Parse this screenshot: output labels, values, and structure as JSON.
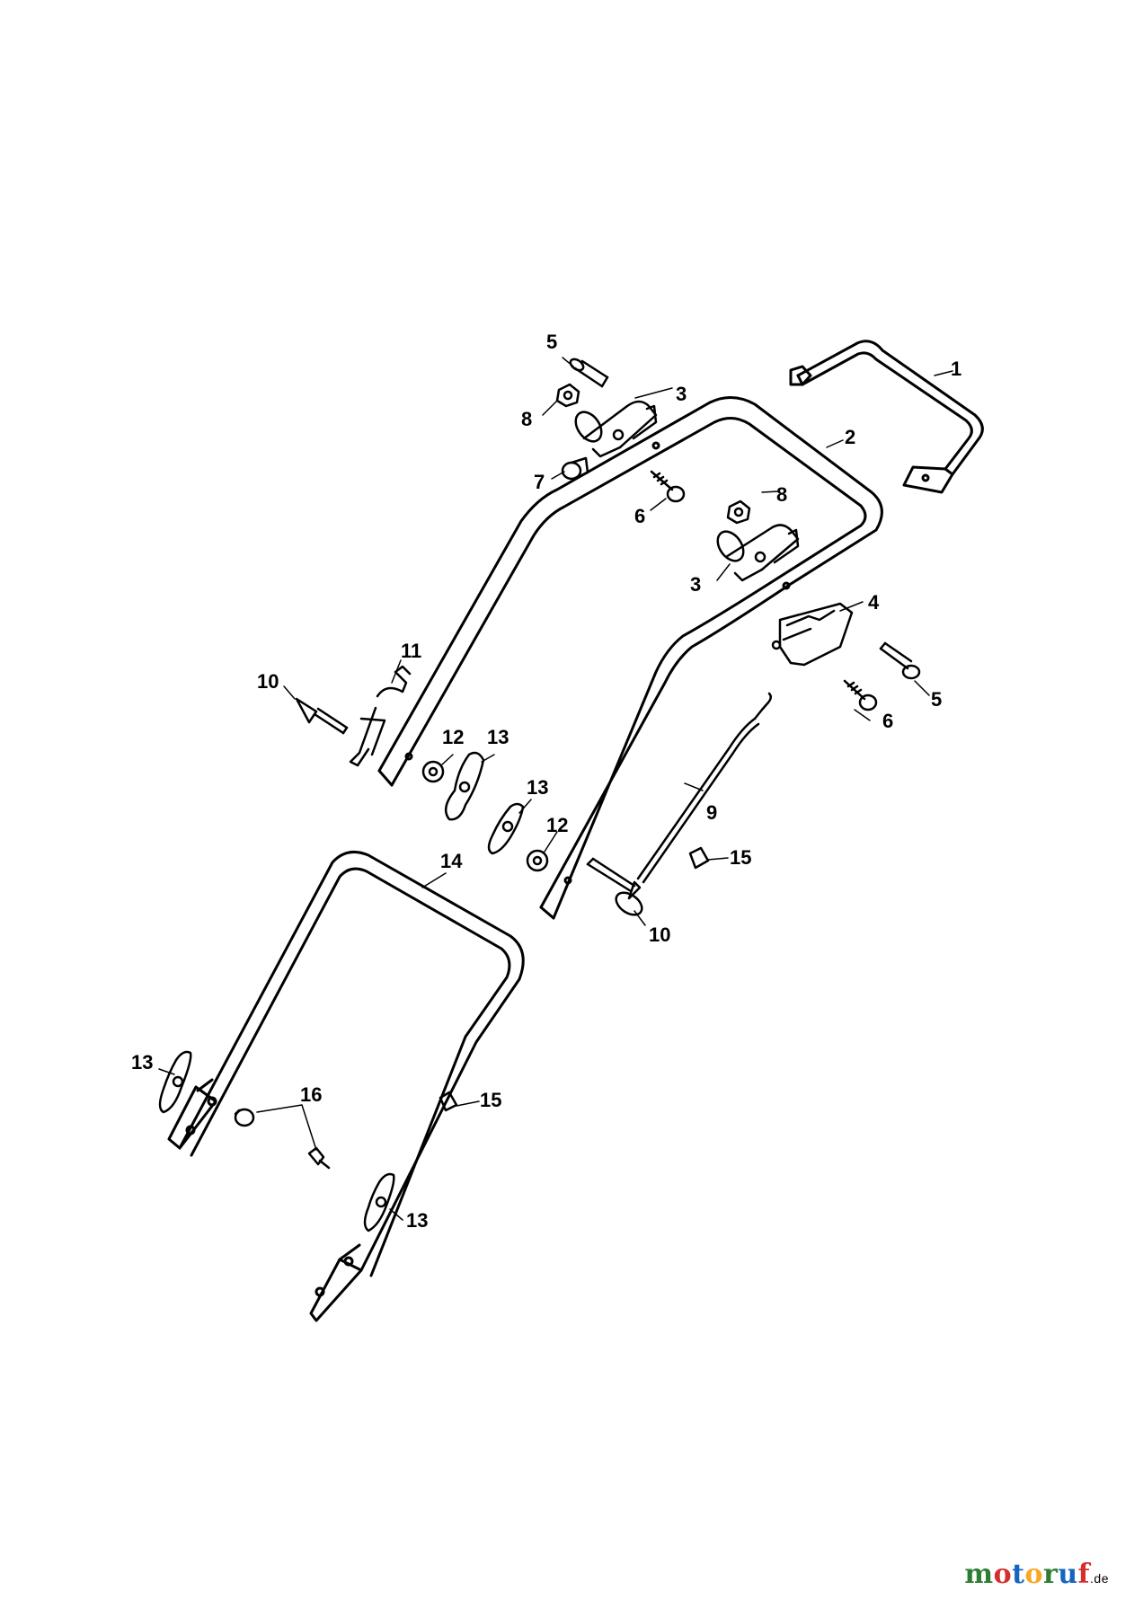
{
  "brand": {
    "letters": [
      {
        "ch": "m",
        "color": "#2e7d32"
      },
      {
        "ch": "o",
        "color": "#d32f2f"
      },
      {
        "ch": "t",
        "color": "#1565c0"
      },
      {
        "ch": "o",
        "color": "#f9a825"
      },
      {
        "ch": "r",
        "color": "#2e7d32"
      },
      {
        "ch": "u",
        "color": "#1565c0"
      },
      {
        "ch": "f",
        "color": "#d32f2f"
      }
    ],
    "suffix": ".de"
  },
  "labels": {
    "p1": "1",
    "p2": "2",
    "p3a": "3",
    "p3b": "3",
    "p4": "4",
    "p5a": "5",
    "p5b": "5",
    "p6a": "6",
    "p6b": "6",
    "p7": "7",
    "p8a": "8",
    "p8b": "8",
    "p9": "9",
    "p10a": "10",
    "p10b": "10",
    "p11": "11",
    "p12a": "12",
    "p12b": "12",
    "p13a": "13",
    "p13b": "13",
    "p13c": "13",
    "p13d": "13",
    "p14": "14",
    "p15a": "15",
    "p15b": "15",
    "p16": "16"
  }
}
